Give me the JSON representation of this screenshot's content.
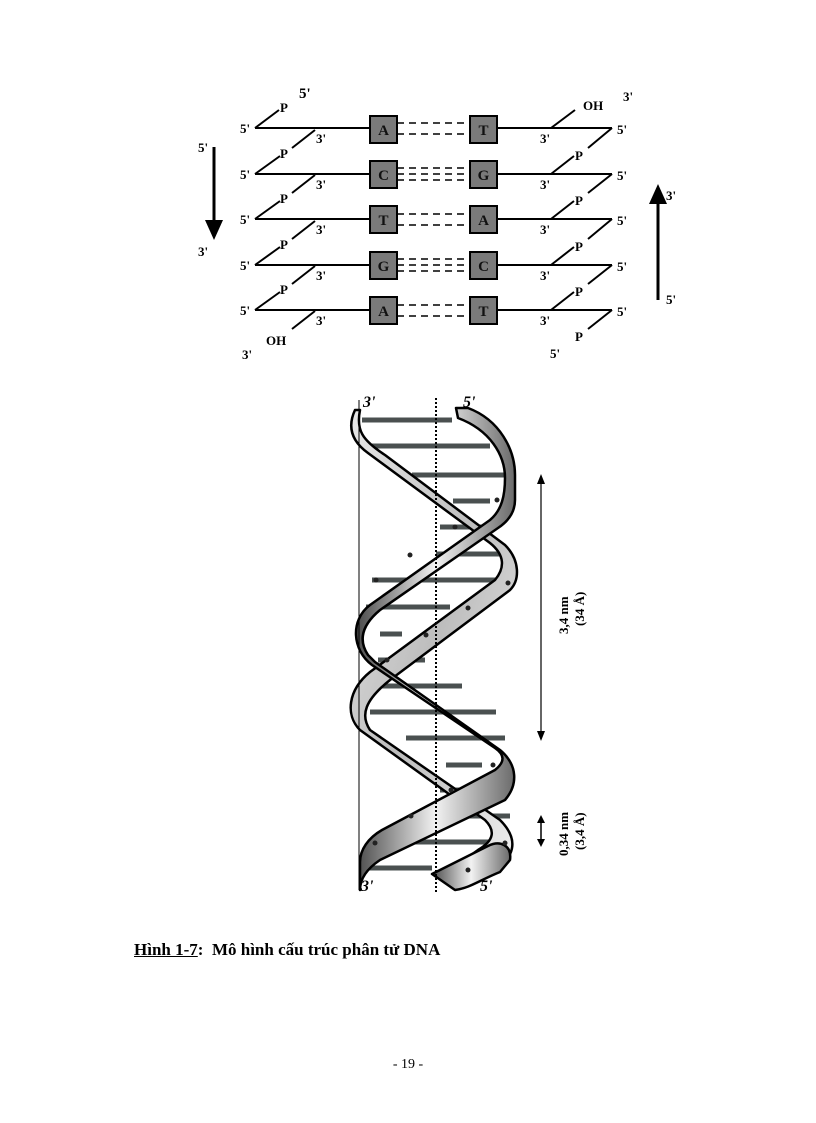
{
  "figure_top": {
    "left_strand": {
      "top_label": "5'",
      "bottom_label": "3'",
      "arrow_start_label": "5'",
      "arrow_end_label": "3'",
      "terminal_group": "OH",
      "phosphate": "P",
      "node_5_label": "5'",
      "node_3_label": "3'"
    },
    "right_strand": {
      "top_label": "3'",
      "bottom_label": "5'",
      "arrow_start_label": "5'",
      "arrow_end_label": "3'",
      "terminal_group": "OH",
      "phosphate": "P",
      "node_5_label": "5'",
      "node_3_label": "3'"
    },
    "base_pairs": [
      {
        "left": "A",
        "right": "T",
        "h_bonds": 2
      },
      {
        "left": "C",
        "right": "G",
        "h_bonds": 3
      },
      {
        "left": "T",
        "right": "A",
        "h_bonds": 2
      },
      {
        "left": "G",
        "right": "C",
        "h_bonds": 3
      },
      {
        "left": "A",
        "right": "T",
        "h_bonds": 2
      }
    ]
  },
  "figure_helix": {
    "top_left_label": "3'",
    "top_right_label": "5'",
    "bottom_left_label": "3'",
    "bottom_right_label": "5'",
    "pitch_label": "3,4 nm",
    "pitch_label_alt": "(34 Å)",
    "rise_label": "0,34 nm",
    "rise_label_alt": "(3,4 Å)"
  },
  "caption": {
    "number": "Hình 1-7",
    "separator": ":",
    "text": "Mô hình cấu trúc phân tử DNA"
  },
  "page_number": "- 19 -",
  "colors": {
    "base_box": "#7a7a7a",
    "base_rung": "#4a5050",
    "ribbon_light": "#f2f2f2",
    "ribbon_dark": "#555555"
  }
}
